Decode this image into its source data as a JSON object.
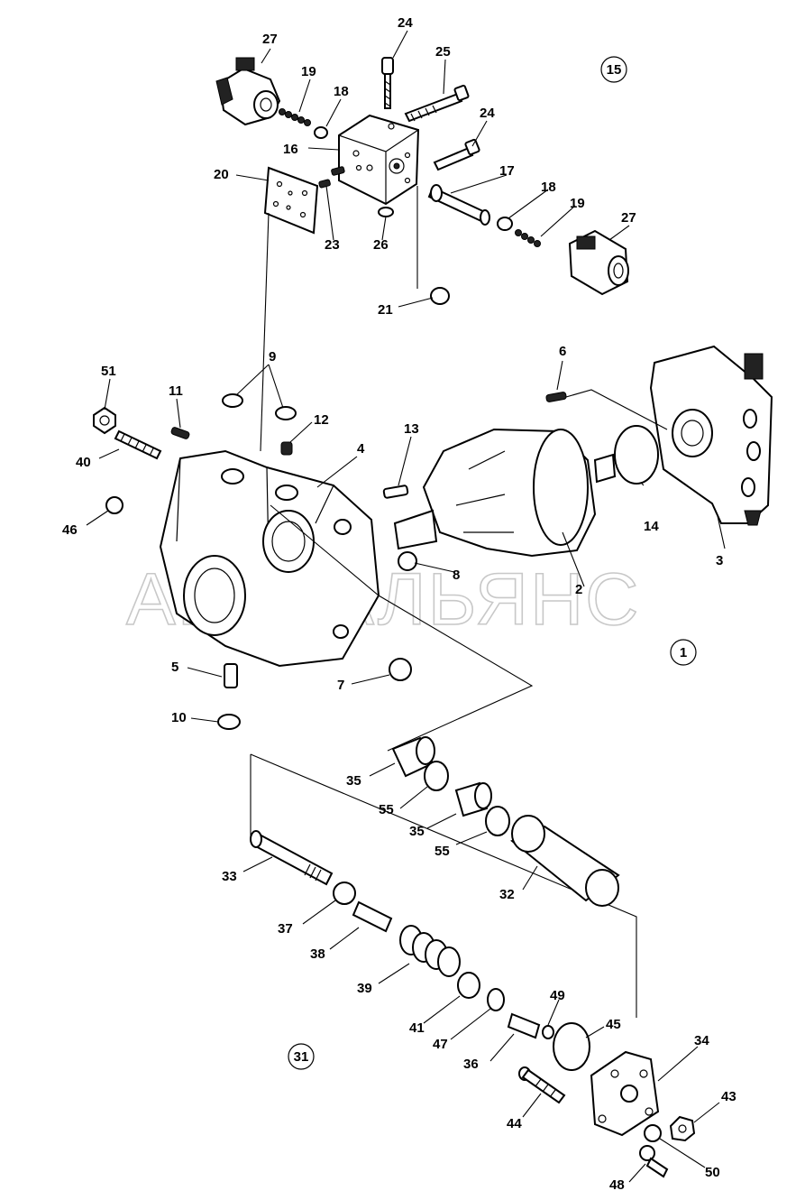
{
  "watermark": "АВТОАЛЬЯНС",
  "group_labels": [
    "15",
    "1",
    "31"
  ],
  "callouts": [
    {
      "id": "c27a",
      "text": "27"
    },
    {
      "id": "c24a",
      "text": "24"
    },
    {
      "id": "c25",
      "text": "25"
    },
    {
      "id": "c19a",
      "text": "19"
    },
    {
      "id": "c18a",
      "text": "18"
    },
    {
      "id": "c24b",
      "text": "24"
    },
    {
      "id": "c16",
      "text": "16"
    },
    {
      "id": "c20",
      "text": "20"
    },
    {
      "id": "c17",
      "text": "17"
    },
    {
      "id": "c18b",
      "text": "18"
    },
    {
      "id": "c19b",
      "text": "19"
    },
    {
      "id": "c27b",
      "text": "27"
    },
    {
      "id": "c23",
      "text": "23"
    },
    {
      "id": "c26",
      "text": "26"
    },
    {
      "id": "c21",
      "text": "21"
    },
    {
      "id": "c6",
      "text": "6"
    },
    {
      "id": "c9",
      "text": "9"
    },
    {
      "id": "c51",
      "text": "51"
    },
    {
      "id": "c11",
      "text": "11"
    },
    {
      "id": "c12",
      "text": "12"
    },
    {
      "id": "c13",
      "text": "13"
    },
    {
      "id": "c40",
      "text": "40"
    },
    {
      "id": "c4",
      "text": "4"
    },
    {
      "id": "c14",
      "text": "14"
    },
    {
      "id": "c3",
      "text": "3"
    },
    {
      "id": "c46",
      "text": "46"
    },
    {
      "id": "c8",
      "text": "8"
    },
    {
      "id": "c2",
      "text": "2"
    },
    {
      "id": "c5",
      "text": "5"
    },
    {
      "id": "c7",
      "text": "7"
    },
    {
      "id": "c10",
      "text": "10"
    },
    {
      "id": "c35a",
      "text": "35"
    },
    {
      "id": "c55a",
      "text": "55"
    },
    {
      "id": "c35b",
      "text": "35"
    },
    {
      "id": "c55b",
      "text": "55"
    },
    {
      "id": "c33",
      "text": "33"
    },
    {
      "id": "c32",
      "text": "32"
    },
    {
      "id": "c37",
      "text": "37"
    },
    {
      "id": "c38",
      "text": "38"
    },
    {
      "id": "c39",
      "text": "39"
    },
    {
      "id": "c49",
      "text": "49"
    },
    {
      "id": "c45",
      "text": "45"
    },
    {
      "id": "c41",
      "text": "41"
    },
    {
      "id": "c47",
      "text": "47"
    },
    {
      "id": "c36",
      "text": "36"
    },
    {
      "id": "c34",
      "text": "34"
    },
    {
      "id": "c43",
      "text": "43"
    },
    {
      "id": "c44",
      "text": "44"
    },
    {
      "id": "c50",
      "text": "50"
    },
    {
      "id": "c48",
      "text": "48"
    }
  ]
}
